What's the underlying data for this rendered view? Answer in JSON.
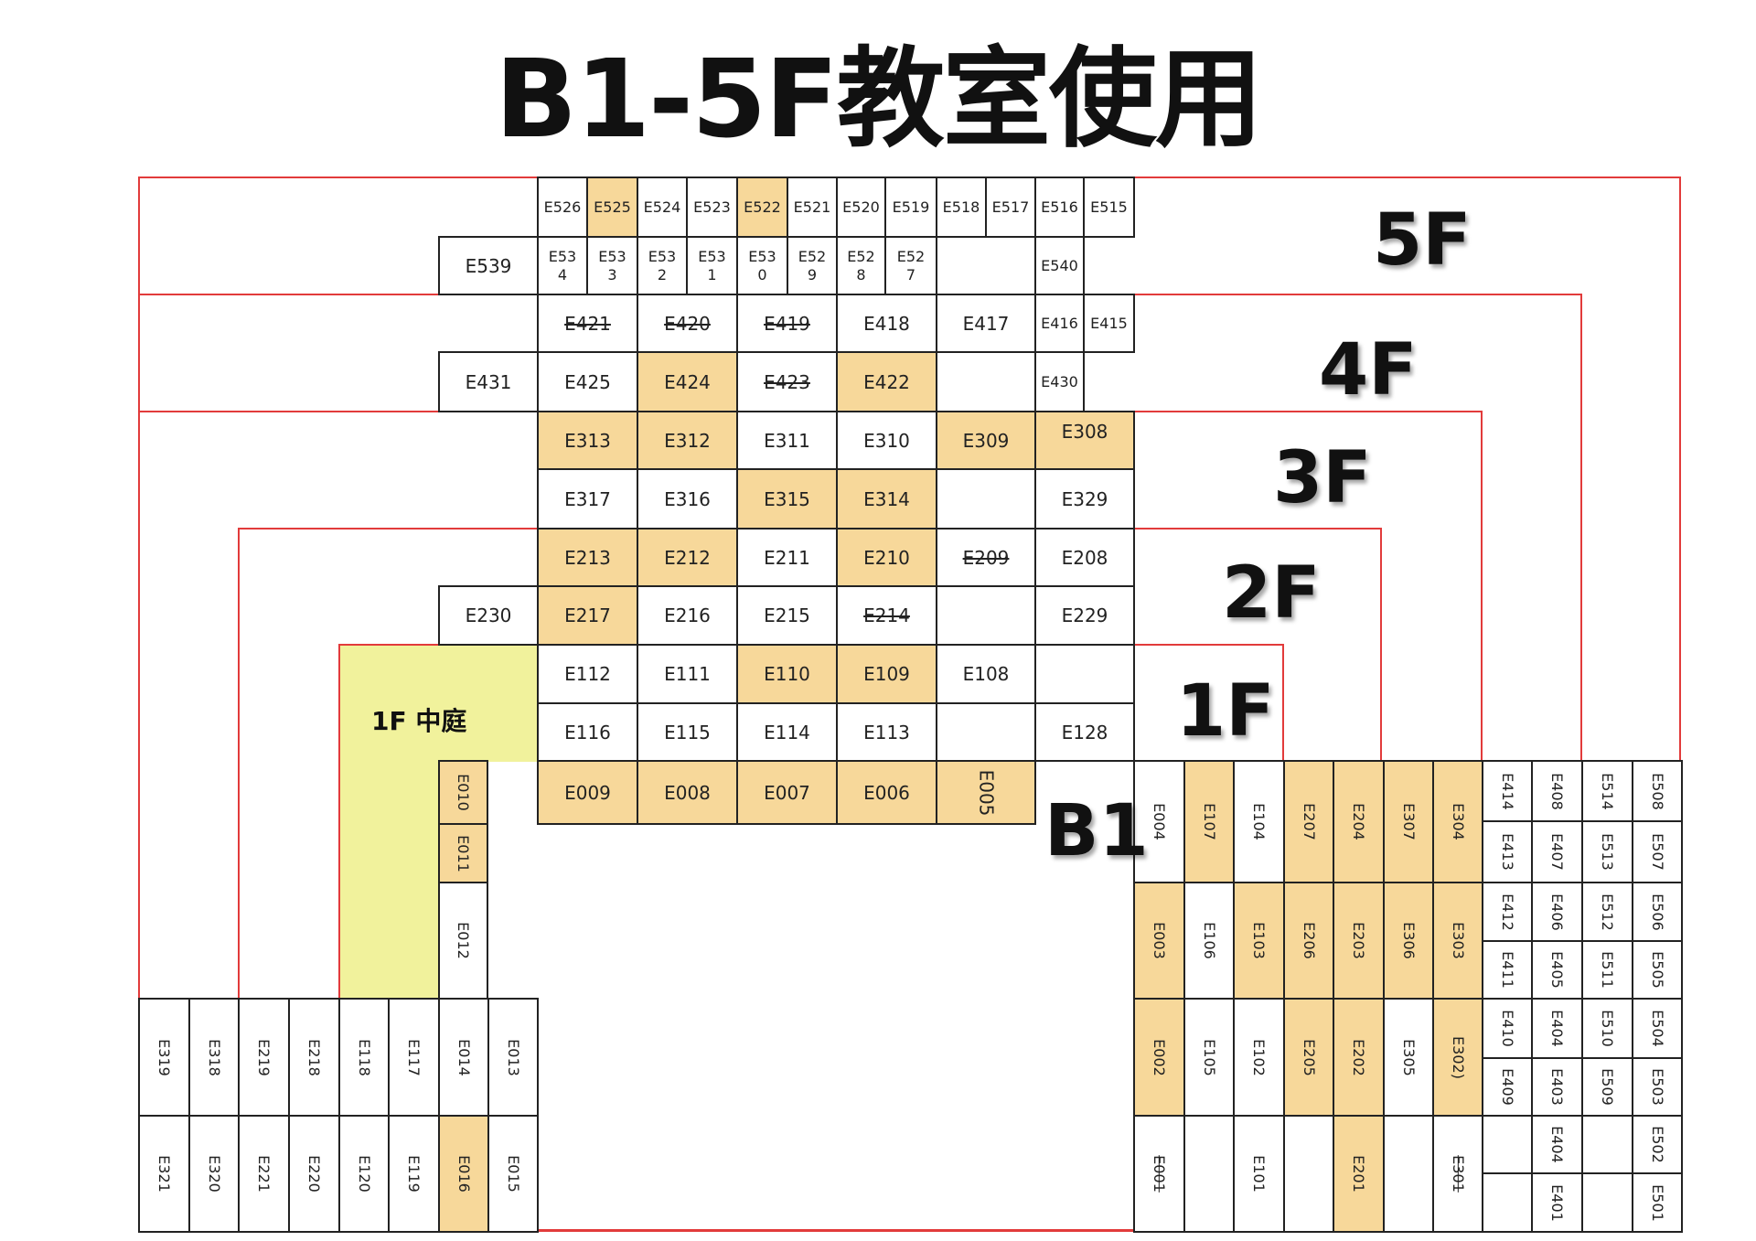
{
  "title": "B1-5F教室使用",
  "colors": {
    "highlight": "#f7d89a",
    "courtyard": "#f1f29c",
    "floor_outline": "#e23b3b",
    "cell_border": "#222222"
  },
  "courtyard_label": "1F 中庭",
  "floor_labels": [
    "5F",
    "4F",
    "3F",
    "2F",
    "1F",
    "B1"
  ],
  "rooms": [
    {
      "id": "E526"
    },
    {
      "id": "E525",
      "hl": 1
    },
    {
      "id": "E524"
    },
    {
      "id": "E523"
    },
    {
      "id": "E522",
      "hl": 1
    },
    {
      "id": "E521"
    },
    {
      "id": "E520"
    },
    {
      "id": "E519"
    },
    {
      "id": "E518"
    },
    {
      "id": "E517"
    },
    {
      "id": "E516"
    },
    {
      "id": "E515"
    },
    {
      "id": "E539"
    },
    {
      "id": "E53\n4"
    },
    {
      "id": "E53\n3"
    },
    {
      "id": "E53\n2"
    },
    {
      "id": "E53\n1"
    },
    {
      "id": "E53\n0"
    },
    {
      "id": "E52\n9"
    },
    {
      "id": "E52\n8"
    },
    {
      "id": "E52\n7"
    },
    {
      "id": ""
    },
    {
      "id": "E540"
    },
    {
      "id": "E421",
      "st": 1
    },
    {
      "id": "E420",
      "st": 1
    },
    {
      "id": "E419",
      "st": 1
    },
    {
      "id": "E418"
    },
    {
      "id": "E417"
    },
    {
      "id": "E416"
    },
    {
      "id": "E415"
    },
    {
      "id": "E431"
    },
    {
      "id": "E425"
    },
    {
      "id": "E424",
      "hl": 1
    },
    {
      "id": "E423",
      "st": 1
    },
    {
      "id": "E422",
      "hl": 1
    },
    {
      "id": ""
    },
    {
      "id": "E430"
    },
    {
      "id": "E313",
      "hl": 1
    },
    {
      "id": "E312",
      "hl": 1
    },
    {
      "id": "E311"
    },
    {
      "id": "E310"
    },
    {
      "id": "E309",
      "hl": 1
    },
    {
      "id": "E308",
      "hl": 1
    },
    {
      "id": "E317"
    },
    {
      "id": "E316"
    },
    {
      "id": "E315",
      "hl": 1
    },
    {
      "id": "E314",
      "hl": 1
    },
    {
      "id": ""
    },
    {
      "id": "E329"
    },
    {
      "id": "E213",
      "hl": 1
    },
    {
      "id": "E212",
      "hl": 1
    },
    {
      "id": "E211"
    },
    {
      "id": "E210",
      "hl": 1
    },
    {
      "id": "E209",
      "st": 1
    },
    {
      "id": "E208"
    },
    {
      "id": "E230"
    },
    {
      "id": "E217",
      "hl": 1
    },
    {
      "id": "E216"
    },
    {
      "id": "E215"
    },
    {
      "id": "E214",
      "st": 1
    },
    {
      "id": ""
    },
    {
      "id": "E229"
    },
    {
      "id": "E112"
    },
    {
      "id": "E111"
    },
    {
      "id": "E110",
      "hl": 1
    },
    {
      "id": "E109",
      "hl": 1
    },
    {
      "id": "E108"
    },
    {
      "id": ""
    },
    {
      "id": "E116"
    },
    {
      "id": "E115"
    },
    {
      "id": "E114"
    },
    {
      "id": "E113"
    },
    {
      "id": ""
    },
    {
      "id": "E128"
    },
    {
      "id": "E009",
      "hl": 1
    },
    {
      "id": "E008",
      "hl": 1
    },
    {
      "id": "E007",
      "hl": 1
    },
    {
      "id": "E006",
      "hl": 1
    },
    {
      "id": "E005",
      "hl": 1
    },
    {
      "id": "E010",
      "hl": 1
    },
    {
      "id": "E011",
      "hl": 1
    },
    {
      "id": "E012"
    },
    {
      "id": "E319"
    },
    {
      "id": "E318"
    },
    {
      "id": "E219"
    },
    {
      "id": "E218"
    },
    {
      "id": "E118"
    },
    {
      "id": "E117"
    },
    {
      "id": "E014"
    },
    {
      "id": "E013"
    },
    {
      "id": "E321"
    },
    {
      "id": "E320"
    },
    {
      "id": "E221"
    },
    {
      "id": "E220"
    },
    {
      "id": "E120"
    },
    {
      "id": "E119"
    },
    {
      "id": "E016",
      "hl": 1
    },
    {
      "id": "E015"
    },
    {
      "id": "E004"
    },
    {
      "id": "E107",
      "hl": 1
    },
    {
      "id": "E104"
    },
    {
      "id": "E207",
      "hl": 1
    },
    {
      "id": "E204",
      "hl": 1
    },
    {
      "id": "E307",
      "hl": 1
    },
    {
      "id": "E304",
      "hl": 1
    },
    {
      "id": "E003",
      "hl": 1
    },
    {
      "id": "E106"
    },
    {
      "id": "E103",
      "hl": 1
    },
    {
      "id": "E206",
      "hl": 1
    },
    {
      "id": "E203",
      "hl": 1
    },
    {
      "id": "E306",
      "hl": 1
    },
    {
      "id": "E303",
      "hl": 1
    },
    {
      "id": "E002",
      "hl": 1
    },
    {
      "id": "E105"
    },
    {
      "id": "E102"
    },
    {
      "id": "E205",
      "hl": 1
    },
    {
      "id": "E202",
      "hl": 1
    },
    {
      "id": "E305"
    },
    {
      "id": "E302)",
      "hl": 1
    },
    {
      "id": "E001",
      "st": 1
    },
    {
      "id": ""
    },
    {
      "id": "E101"
    },
    {
      "id": ""
    },
    {
      "id": "E201",
      "hl": 1
    },
    {
      "id": ""
    },
    {
      "id": "E301",
      "st": 1
    },
    {
      "id": "E414"
    },
    {
      "id": "E408"
    },
    {
      "id": "E514"
    },
    {
      "id": "E508"
    },
    {
      "id": "E413"
    },
    {
      "id": "E407"
    },
    {
      "id": "E513"
    },
    {
      "id": "E507"
    },
    {
      "id": "E412"
    },
    {
      "id": "E406"
    },
    {
      "id": "E512"
    },
    {
      "id": "E506"
    },
    {
      "id": "E411"
    },
    {
      "id": "E405"
    },
    {
      "id": "E511"
    },
    {
      "id": "E505"
    },
    {
      "id": "E410"
    },
    {
      "id": "E404"
    },
    {
      "id": "E510"
    },
    {
      "id": "E504"
    },
    {
      "id": "E409"
    },
    {
      "id": "E403"
    },
    {
      "id": "E509"
    },
    {
      "id": "E503"
    },
    {
      "id": ""
    },
    {
      "id": "E404"
    },
    {
      "id": ""
    },
    {
      "id": "E502"
    },
    {
      "id": ""
    },
    {
      "id": "E401"
    },
    {
      "id": ""
    },
    {
      "id": "E501"
    }
  ]
}
